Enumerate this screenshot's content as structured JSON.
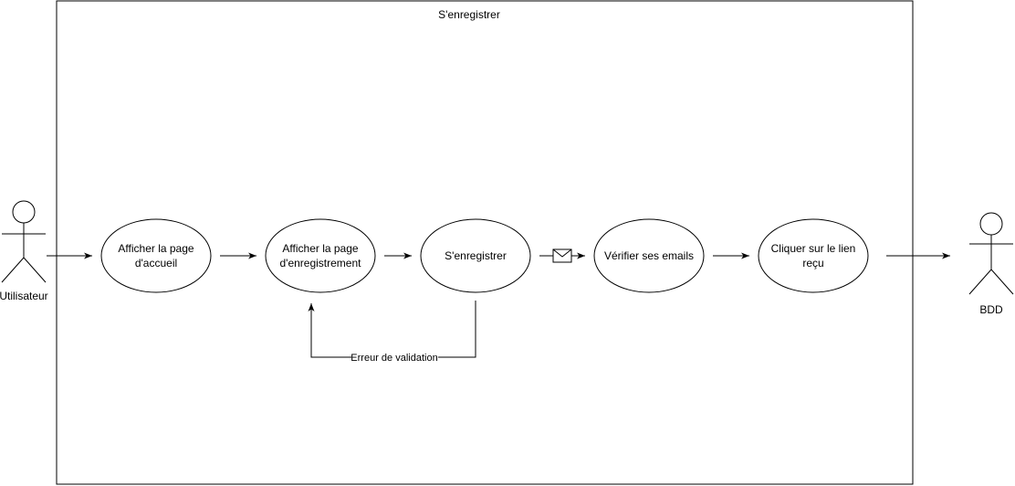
{
  "diagram": {
    "system_boundary": {
      "title": "S'enregistrer"
    },
    "actors": {
      "user": {
        "label": "Utilisateur"
      },
      "db": {
        "label": "BDD"
      }
    },
    "usecases": {
      "accueil": {
        "line1": "Afficher la page",
        "line2": "d'accueil"
      },
      "enregistrement": {
        "line1": "Afficher la page",
        "line2": "d'enregistrement"
      },
      "senregistrer": {
        "line1": "S'enregistrer"
      },
      "verifier": {
        "line1": "Vérifier ses emails"
      },
      "cliquer": {
        "line1": "Cliquer sur le lien",
        "line2": "reçu"
      }
    },
    "edges": {
      "error_label": "Erreur de validation"
    },
    "icons": {
      "message": "envelope-icon"
    }
  }
}
